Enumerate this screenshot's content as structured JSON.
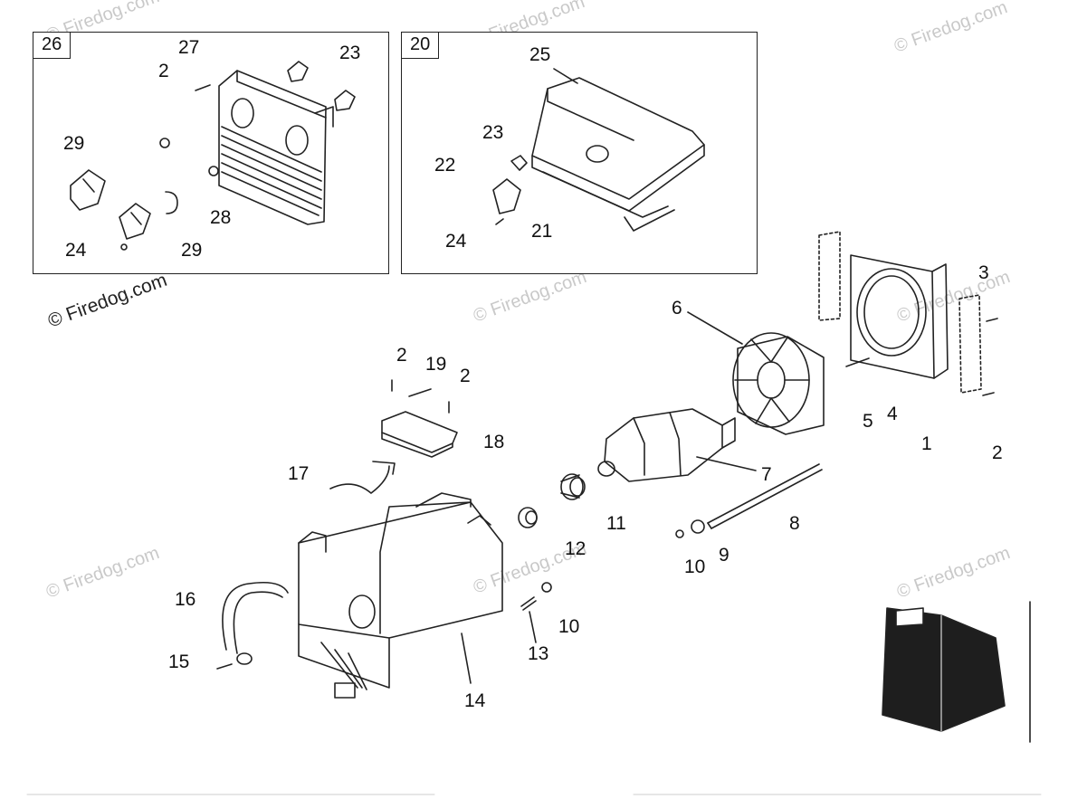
{
  "insets": [
    {
      "id": "inset-26",
      "tag": "26"
    },
    {
      "id": "inset-20",
      "tag": "20"
    }
  ],
  "callouts": {
    "c26_27": "27",
    "c26_2": "2",
    "c26_23": "23",
    "c26_29a": "29",
    "c26_28": "28",
    "c26_24": "24",
    "c26_29b": "29",
    "c20_25": "25",
    "c20_23": "23",
    "c20_22": "22",
    "c20_21": "21",
    "c20_24": "24",
    "c6": "6",
    "c3": "3",
    "c5": "5",
    "c4": "4",
    "c1": "1",
    "c2r": "2",
    "c2a": "2",
    "c19": "19",
    "c2b": "2",
    "c18": "18",
    "c17": "17",
    "c7": "7",
    "c8": "8",
    "c9": "9",
    "c10a": "10",
    "c11": "11",
    "c12": "12",
    "c10b": "10",
    "c13": "13",
    "c14": "14",
    "c16": "16",
    "c15": "15"
  },
  "watermarks": {
    "text": "© Firedog.com"
  }
}
